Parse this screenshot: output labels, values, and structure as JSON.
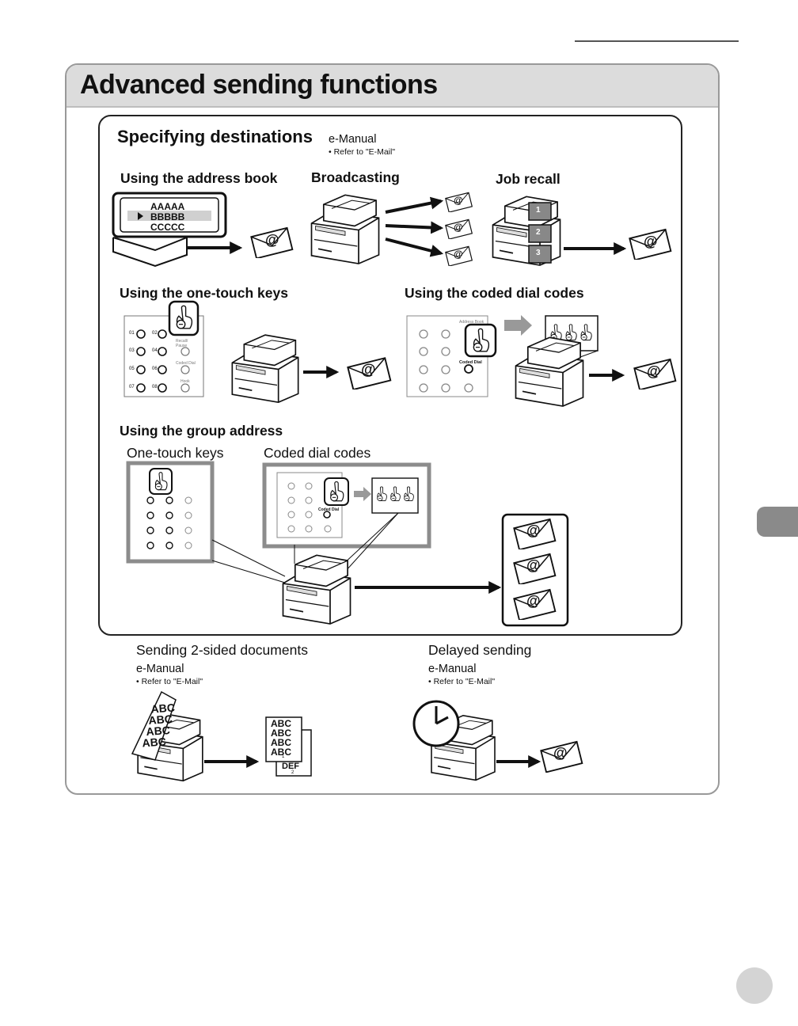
{
  "page": {
    "title": "Advanced sending functions"
  },
  "specifying": {
    "heading": "Specifying destinations",
    "emanual_label": "e-Manual",
    "emanual_ref": "• Refer to \"E-Mail\""
  },
  "features": {
    "address_book": "Using the address book",
    "broadcasting": "Broadcasting",
    "job_recall": "Job recall",
    "one_touch": "Using the one-touch keys",
    "coded_dial": "Using the coded dial codes",
    "group_address": "Using the group address",
    "group_one_touch": "One-touch keys",
    "group_coded": "Coded dial codes"
  },
  "address_list": [
    "AAAAA",
    "BBBBB",
    "CCCCC"
  ],
  "job_numbers": [
    "1",
    "2",
    "3"
  ],
  "keypad": {
    "keys": [
      "01",
      "02",
      "03",
      "04",
      "05",
      "06",
      "07",
      "08"
    ],
    "side_labels": [
      "Address Book",
      "Recall/ Pause",
      "Coded Dial",
      "Hook"
    ]
  },
  "email_symbol": "@",
  "bottom": {
    "two_sided": {
      "heading": "Sending 2-sided documents",
      "emanual_label": "e-Manual",
      "emanual_ref": "• Refer to \"E-Mail\""
    },
    "delayed": {
      "heading": "Delayed sending",
      "emanual_label": "e-Manual",
      "emanual_ref": "• Refer to \"E-Mail\""
    },
    "front_sheet_text": [
      "ABC",
      "ABC",
      "ABC",
      "ABC"
    ],
    "back_sheet_text": "DEF",
    "sheet_numbers": [
      "1",
      "2"
    ]
  },
  "colors": {
    "title_band": "#dcdcdc",
    "outer_border": "#999999",
    "group_frame": "#8c8c8c",
    "side_tab": "#8a8a8a"
  }
}
